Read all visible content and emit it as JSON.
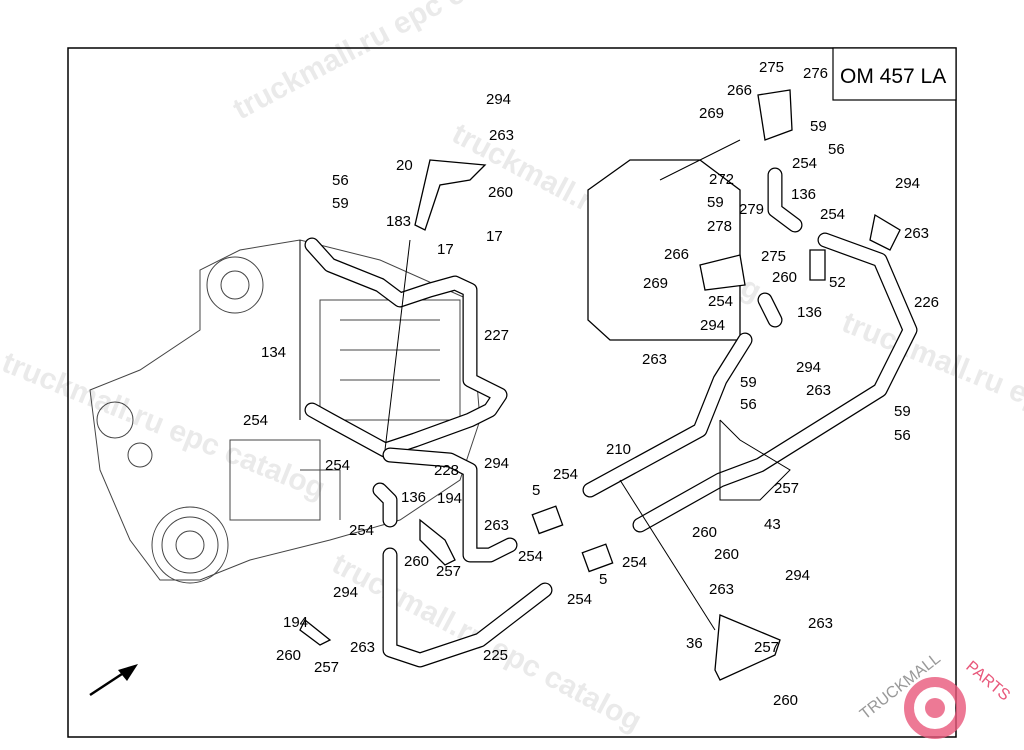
{
  "title_box": {
    "model": "OM 457 LA"
  },
  "watermarks": [
    "truckmall.ru epc catalog",
    "truckmall.ru epc catalog",
    "truckmall.ru epc catalog",
    "truckmall.ru epc catalog",
    "truckmall.ru epc catalog"
  ],
  "logo": {
    "text_left": "TRUCKMALL",
    "text_right": "PARTS",
    "color": "#e8577a"
  },
  "callouts": [
    "294",
    "263",
    "20",
    "260",
    "56",
    "59",
    "183",
    "17",
    "17",
    "134",
    "227",
    "254",
    "254",
    "228",
    "294",
    "136",
    "194",
    "263",
    "5",
    "254",
    "210",
    "254",
    "260",
    "257",
    "254",
    "5",
    "254",
    "254",
    "294",
    "194",
    "263",
    "260",
    "257",
    "225",
    "36",
    "275",
    "276",
    "266",
    "269",
    "59",
    "56",
    "254",
    "272",
    "59",
    "136",
    "279",
    "254",
    "278",
    "294",
    "263",
    "266",
    "275",
    "260",
    "52",
    "269",
    "254",
    "294",
    "136",
    "226",
    "263",
    "294",
    "263",
    "59",
    "56",
    "59",
    "56",
    "257",
    "43",
    "260",
    "260",
    "263",
    "294",
    "263",
    "257",
    "260"
  ]
}
